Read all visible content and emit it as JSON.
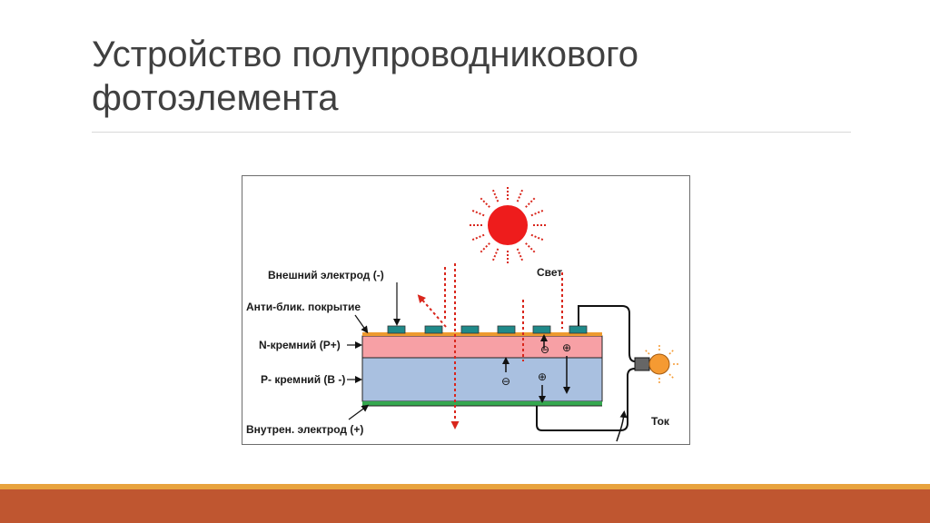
{
  "slide": {
    "title_line1": "Устройство полупроводникового",
    "title_line2": "фотоэлемента"
  },
  "diagram": {
    "labels": {
      "outer_electrode": "Внешний электрод (-)",
      "antireflect": "Анти-блик. покрытие",
      "n_silicon": "N-кремний (P+)",
      "p_silicon": "P- кремний (B -)",
      "inner_electrode": "Внутрен. электрод (+)",
      "light": "Свет",
      "current": "Ток"
    },
    "charges": {
      "minus": "⊖",
      "plus": "⊕"
    },
    "colors": {
      "sun": "#ee1c1c",
      "rays": "#d9261c",
      "n_layer": "#f7a0a5",
      "p_layer": "#a9c0e0",
      "coating": "#ee9a2f",
      "contact": "#1f8a8a",
      "bottom_electrode": "#35a84f",
      "bulb": "#f59a32"
    }
  },
  "theme": {
    "title_color": "#404040",
    "footer_color": "#bf5630",
    "footer_accent": "#e8a33d"
  }
}
